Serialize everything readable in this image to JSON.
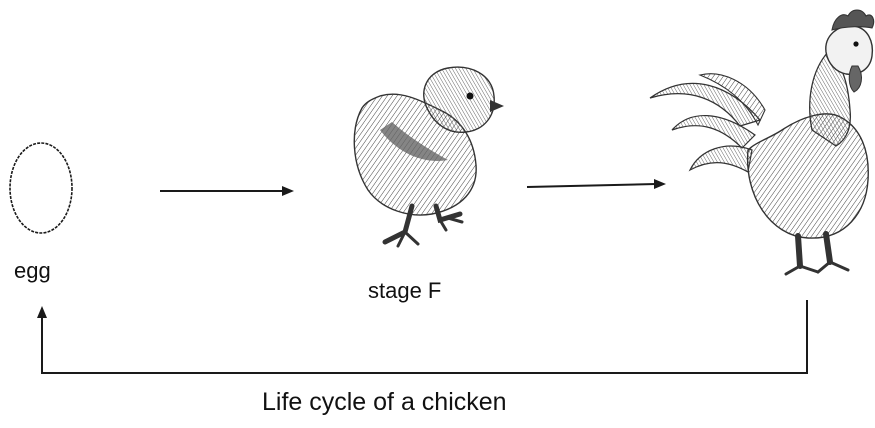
{
  "labels": {
    "egg": "egg",
    "stage": "stage F",
    "caption": "Life cycle of a chicken"
  },
  "colors": {
    "ink": "#1a1a1a",
    "feather_shade": "#6b6b6b",
    "background": "#ffffff"
  }
}
